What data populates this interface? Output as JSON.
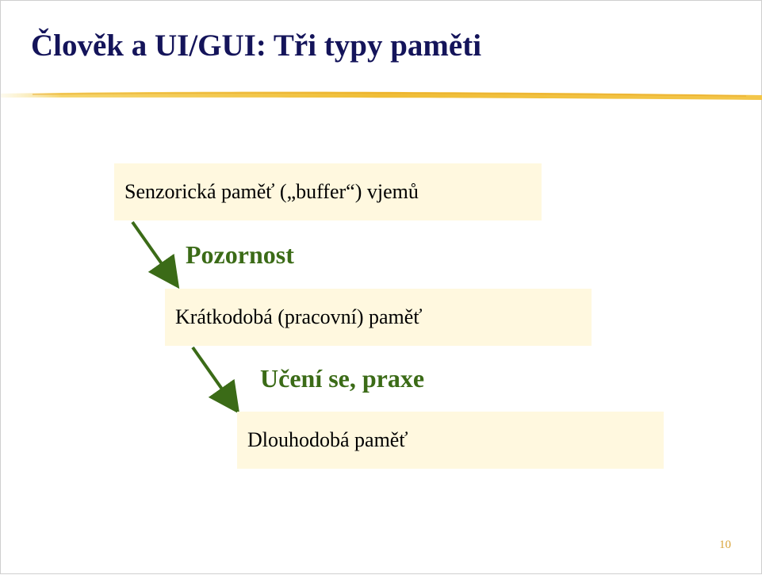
{
  "slide": {
    "title": "Člověk a UI/GUI:  Tři typy paměti",
    "page_number": "10"
  },
  "diagram": {
    "boxes": [
      {
        "id": "sensory",
        "text": "Senzorická paměť („buffer“) vjemů"
      },
      {
        "id": "short_term",
        "text": "Krátkodobá (pracovní) paměť"
      },
      {
        "id": "long_term",
        "text": "Dlouhodobá paměť"
      }
    ],
    "transitions": [
      {
        "from": "sensory",
        "to": "short_term",
        "label": "Pozornost"
      },
      {
        "from": "short_term",
        "to": "long_term",
        "label": "Učení se, praxe"
      }
    ]
  },
  "colors": {
    "title": "#14145a",
    "box_fill": "#fff8df",
    "transition": "#3b6b17",
    "rule": "#f2c94c",
    "page_number": "#d9a43a"
  }
}
